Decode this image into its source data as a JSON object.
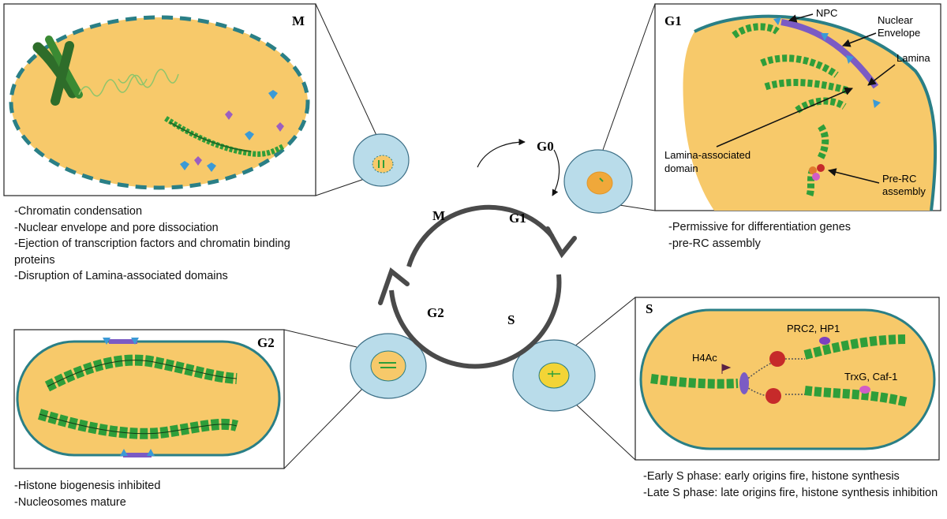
{
  "cycle": {
    "phases": {
      "g0": "G0",
      "g1": "G1",
      "s": "S",
      "g2": "G2",
      "m": "M"
    }
  },
  "panels": {
    "m": {
      "tag": "M",
      "captions": [
        "-Chromatin condensation",
        "-Nuclear envelope and pore dissociation",
        "-Ejection of transcription factors and chromatin binding proteins",
        "-Disruption of Lamina-associated domains"
      ]
    },
    "g1": {
      "tag": "G1",
      "labels": {
        "npc": "NPC",
        "nuclear_envelope_1": "Nuclear",
        "nuclear_envelope_2": "Envelope",
        "lamina": "Lamina",
        "lad_1": "Lamina-associated",
        "lad_2": "domain",
        "prerc_1": "Pre-RC",
        "prerc_2": "assembly"
      },
      "captions": [
        "-Permissive for differentiation genes",
        "-pre-RC assembly"
      ]
    },
    "g2": {
      "tag": "G2",
      "captions": [
        "-Histone biogenesis inhibited",
        "-Nucleosomes mature"
      ]
    },
    "s": {
      "tag": "S",
      "labels": {
        "h4ac": "H4Ac",
        "prc2": "PRC2, HP1",
        "trxg": "TrxG, Caf-1"
      },
      "captions": [
        "-Early S phase: early origins fire, histone synthesis",
        "-Late S phase: late origins fire, histone synthesis inhibition"
      ]
    }
  },
  "colors": {
    "nucleus": "#f7c96a",
    "cell": "#b9dcea",
    "envelope": "#2a7f86",
    "chromatin": "#2f9e3a",
    "chromatin_dark": "#1f6b26",
    "lamina": "#7b5bc4",
    "npc": "#3b9ad6",
    "protein_purple": "#9b5fc0",
    "protein_red": "#c62a2a",
    "cycle_arrow": "#4a4a4a"
  }
}
